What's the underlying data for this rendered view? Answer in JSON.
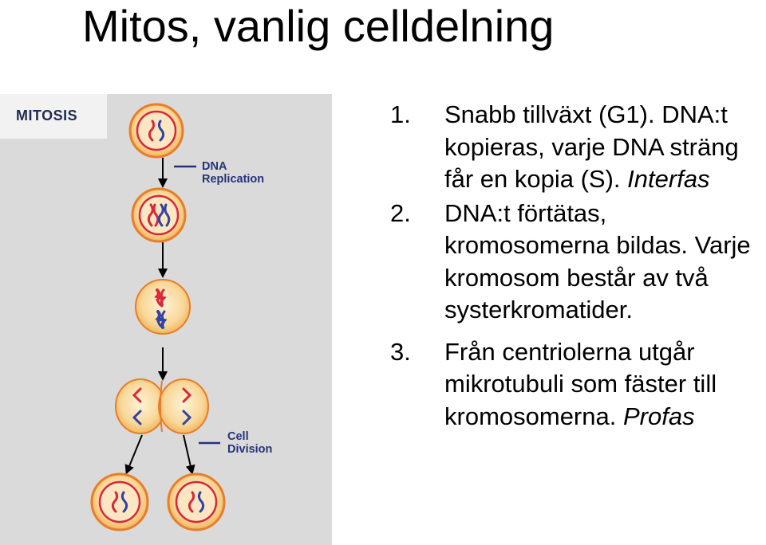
{
  "page": {
    "title": "Mitos, vanlig celldelning"
  },
  "figure": {
    "title": "MITOSIS",
    "labels": {
      "dna_replication": [
        "DNA",
        "Replication"
      ],
      "cell_division": [
        "Cell",
        "Division"
      ]
    },
    "colors": {
      "background": "#dadada",
      "cell_fill": "#f8d89a",
      "cell_outline": "#e87d2a",
      "nucleus_outline": "#d8263a",
      "chromosome_red": "#d8283c",
      "chromosome_blue": "#3143a3",
      "label_text": "#25337a"
    }
  },
  "steps": [
    {
      "number": "1.",
      "text": "Snabb tillväxt (G1). DNA:t kopieras, varje DNA sträng får en kopia (S).",
      "italic": "Interfas"
    },
    {
      "number": "2.",
      "text": "DNA:t förtätas, kromosomerna bildas. Varje kromosom består av två systerkromatider.",
      "italic": ""
    },
    {
      "number": "3.",
      "text": "Från centriolerna utgår mikrotubuli som fäster till kromosomerna.",
      "italic": "Profas"
    }
  ]
}
